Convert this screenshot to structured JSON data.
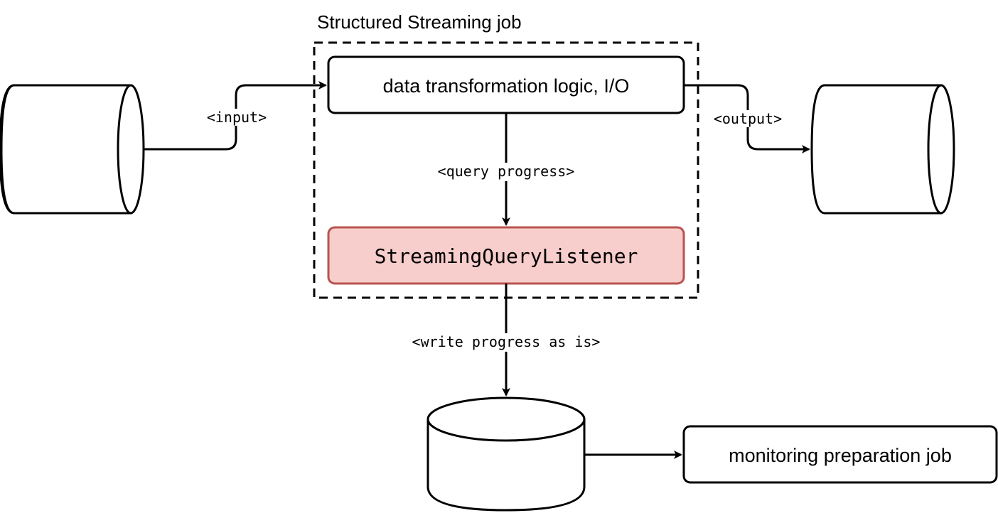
{
  "diagram": {
    "group_title": "Structured Streaming job",
    "nodes": {
      "transform": "data transformation logic, I/O",
      "listener": "StreamingQueryListener",
      "monitoring_job": "monitoring preparation job"
    },
    "edges": {
      "input": "<input>",
      "output": "<output>",
      "query_progress": "<query progress>",
      "write_progress": "<write progress as is>"
    },
    "colors": {
      "listener_fill": "#f8cecc",
      "listener_stroke": "#b85450",
      "stroke": "#000000"
    }
  }
}
